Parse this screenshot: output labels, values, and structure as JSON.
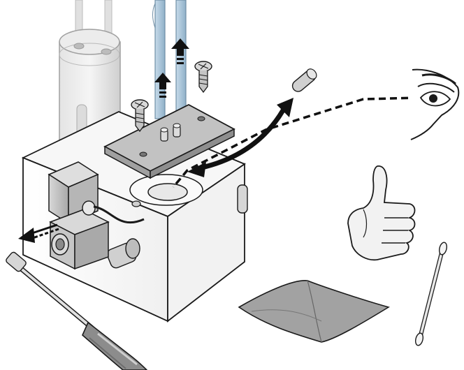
{
  "illustration": {
    "background": "#ffffff",
    "colors": {
      "outline": "#1a1a1a",
      "metal_light": "#e6e6e6",
      "metal_mid": "#c8c8c8",
      "metal_dark": "#9a9a9a",
      "plate": "#bdbdbd",
      "glass": "#d4d4d4",
      "tube": "#a9c3d6",
      "cloth": "#9c9c9c",
      "hand": "#f2f2f2",
      "arrow": "#111111"
    },
    "parts": [
      "valve-body-block",
      "solenoid-valve",
      "glass-reservoir",
      "top-cover-plate",
      "cover-screw",
      "tubing",
      "removed-plug",
      "screwdriver",
      "cleaning-cloth",
      "cotton-swab",
      "thumbs-up-hand",
      "inspecting-eye"
    ],
    "icons": [
      "thumbs-up-icon",
      "eye-icon",
      "lift-arrow-icon",
      "removal-arrow-icon"
    ]
  }
}
